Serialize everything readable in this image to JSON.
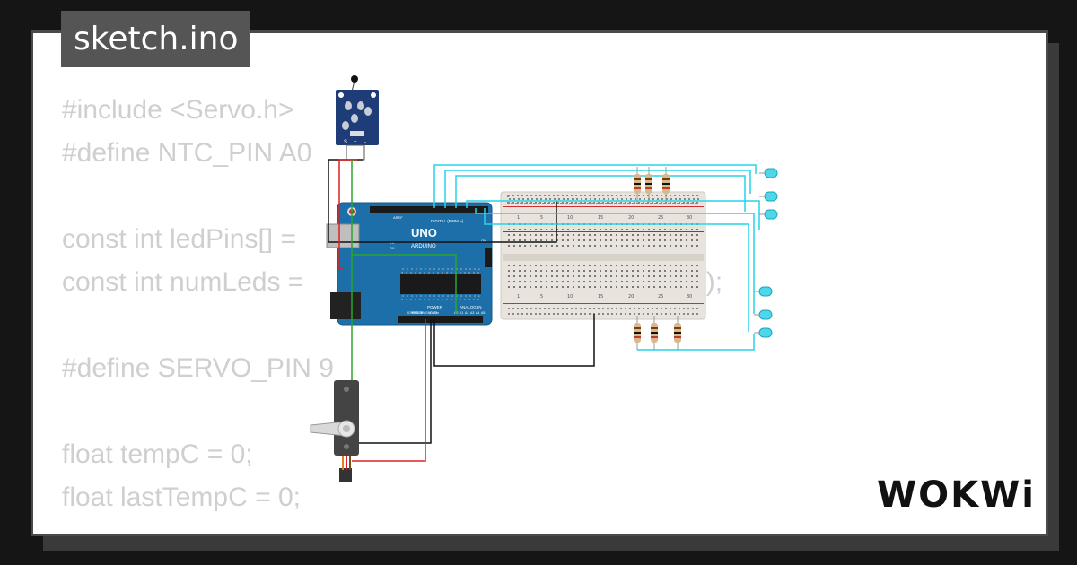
{
  "title": "sketch.ino",
  "code_lines": [
    "#include <Servo.h>",
    "#define NTC_PIN A0",
    "",
    "const int ledPins[] =",
    "const int numLeds =                        r                    ins[0]);",
    "",
    "#define SERVO_PIN 9",
    "",
    "float tempC = 0;",
    "float lastTempC = 0;"
  ],
  "logo_text": "WOKWi",
  "arduino": {
    "brand": "ARDUINO",
    "model": "UNO",
    "digital_label": "DIGITAL (PWM ~)",
    "power_label": "POWER",
    "analog_label": "ANALOG IN",
    "aref_label": "AREF",
    "tx_label": "TX",
    "rx_label": "RX",
    "on_label": "ON",
    "power_pins": [
      "IOREF",
      "RESET",
      "3.3V",
      "5V",
      "GND",
      "GND",
      "Vin"
    ],
    "analog_pins": [
      "A0",
      "A1",
      "A2",
      "A3",
      "A4",
      "A5"
    ]
  },
  "breadboard": {
    "column_numbers": [
      "1",
      "5",
      "10",
      "15",
      "20",
      "25",
      "30"
    ]
  },
  "sensor": {
    "pin_labels": [
      "S",
      "+",
      "-"
    ]
  },
  "colors": {
    "background": "#151515",
    "card": "#ffffff",
    "tab": "#555555",
    "code_text": "#cfcfcf",
    "wire_cyan": "#27d3e8",
    "wire_green": "#2aa52a",
    "wire_red": "#e02020",
    "wire_black": "#111111",
    "arduino_blue": "#1c6fa8"
  },
  "icons": [
    "thermistor-icon",
    "led-icon",
    "resistor-icon",
    "servo-icon"
  ]
}
